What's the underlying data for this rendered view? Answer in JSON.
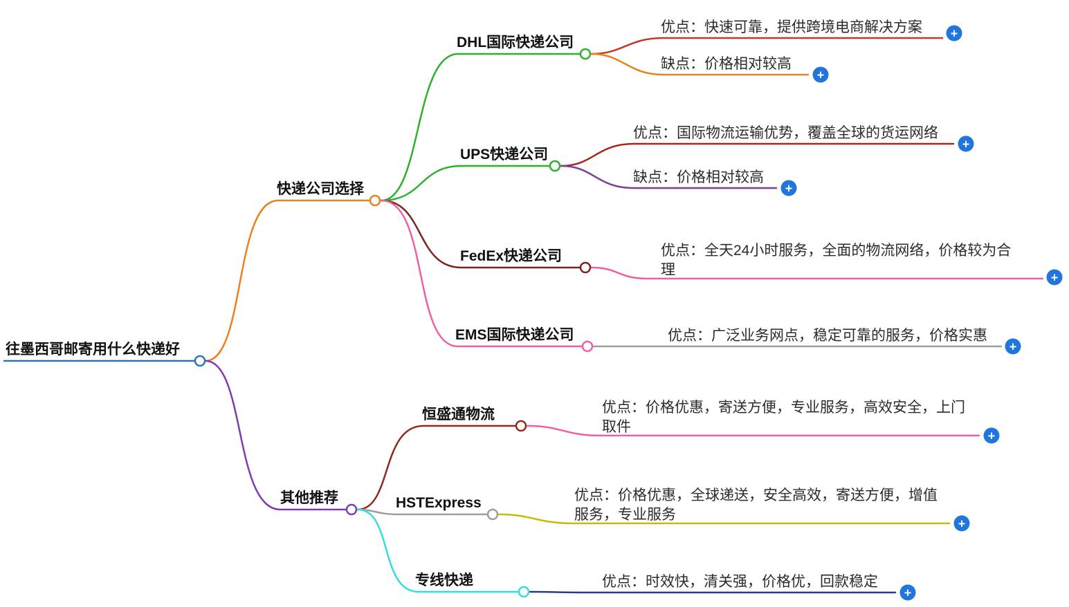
{
  "root": {
    "label": "往墨西哥邮寄用什么快递好"
  },
  "branch1": {
    "label": "快递公司选择",
    "dhl": {
      "label": "DHL国际快递公司",
      "pros": "优点：快速可靠，提供跨境电商解决方案",
      "cons": "缺点：价格相对较高"
    },
    "ups": {
      "label": "UPS快递公司",
      "pros": "优点：国际物流运输优势，覆盖全球的货运网络",
      "cons": "缺点：价格相对较高"
    },
    "fedex": {
      "label": "FedEx快递公司",
      "pros": "优点：全天24小时服务，全面的物流网络，价格较为合理"
    },
    "ems": {
      "label": "EMS国际快递公司",
      "pros": "优点：广泛业务网点，稳定可靠的服务，价格实惠"
    }
  },
  "branch2": {
    "label": "其他推荐",
    "hengshengtong": {
      "label": "恒盛通物流",
      "pros": "优点：价格优惠，寄送方便，专业服务，高效安全，上门取件"
    },
    "hstexpress": {
      "label": "HSTExpress",
      "pros": "优点：价格优惠，全球递送，安全高效，寄送方便，增值服务，专业服务"
    },
    "zhuanxian": {
      "label": "专线快递",
      "pros": "优点：时效快，清关强，价格优，回款稳定"
    }
  },
  "icons": {
    "plus": "+"
  },
  "colors": {
    "root_line": "#2e75b6",
    "branch1_line": "#e8821e",
    "branch2_line": "#7d3cb5",
    "green": "#2eaf2e",
    "red": "#c0392b",
    "orange": "#e8821e",
    "dark_red": "#a5281e",
    "purple": "#7d3c98",
    "maroon": "#7b241c",
    "pink": "#ee5fa7",
    "gray": "#9e9e9e",
    "dark_brown_red": "#8e2a1e",
    "yellow": "#c9bc00",
    "cyan": "#35dede",
    "navy": "#24427a",
    "plus_button": "#2176de"
  }
}
